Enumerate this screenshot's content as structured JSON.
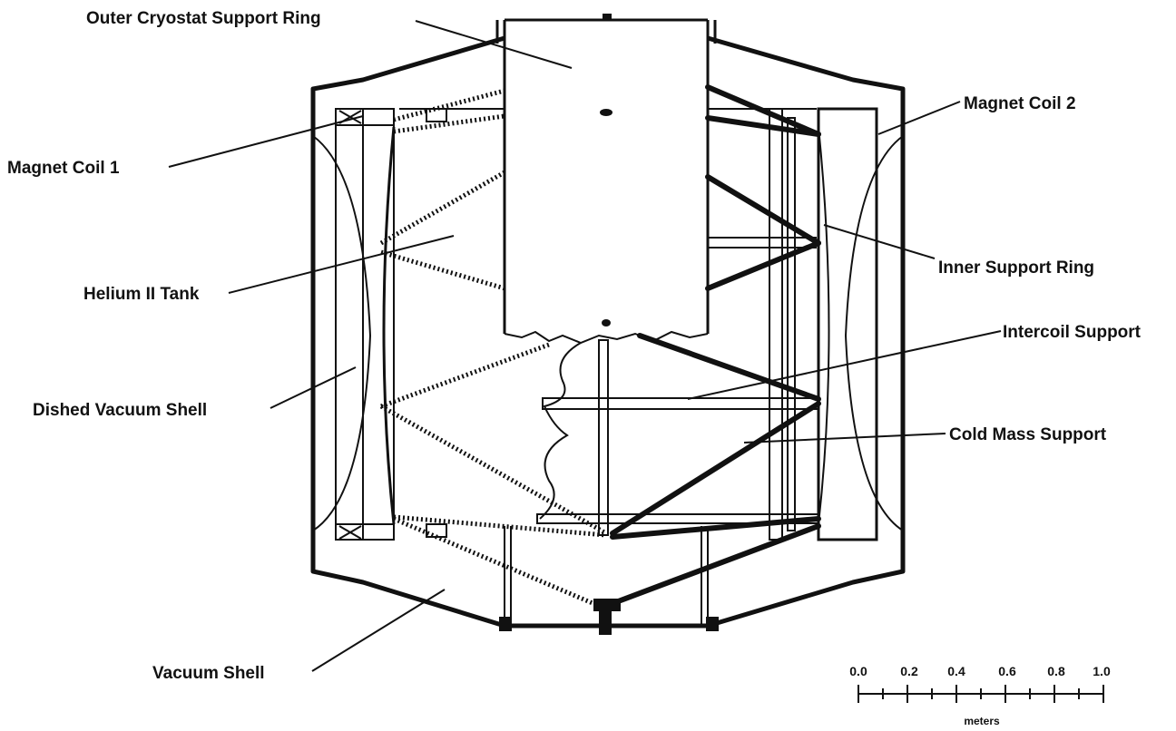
{
  "labels": {
    "outer_cryostat_support_ring": "Outer Cryostat Support Ring",
    "magnet_coil_1": "Magnet Coil 1",
    "magnet_coil_2": "Magnet Coil 2",
    "inner_support_ring": "Inner Support Ring",
    "helium_ii_tank": "Helium II Tank",
    "intercoil_support": "Intercoil  Support",
    "dished_vacuum_shell": "Dished Vacuum Shell",
    "cold_mass_support": "Cold Mass Support",
    "vacuum_shell": "Vacuum Shell"
  },
  "scale_bar": {
    "ticks": [
      "0.0",
      "0.2",
      "0.4",
      "0.6",
      "0.8",
      "1.0"
    ],
    "unit": "meters"
  }
}
